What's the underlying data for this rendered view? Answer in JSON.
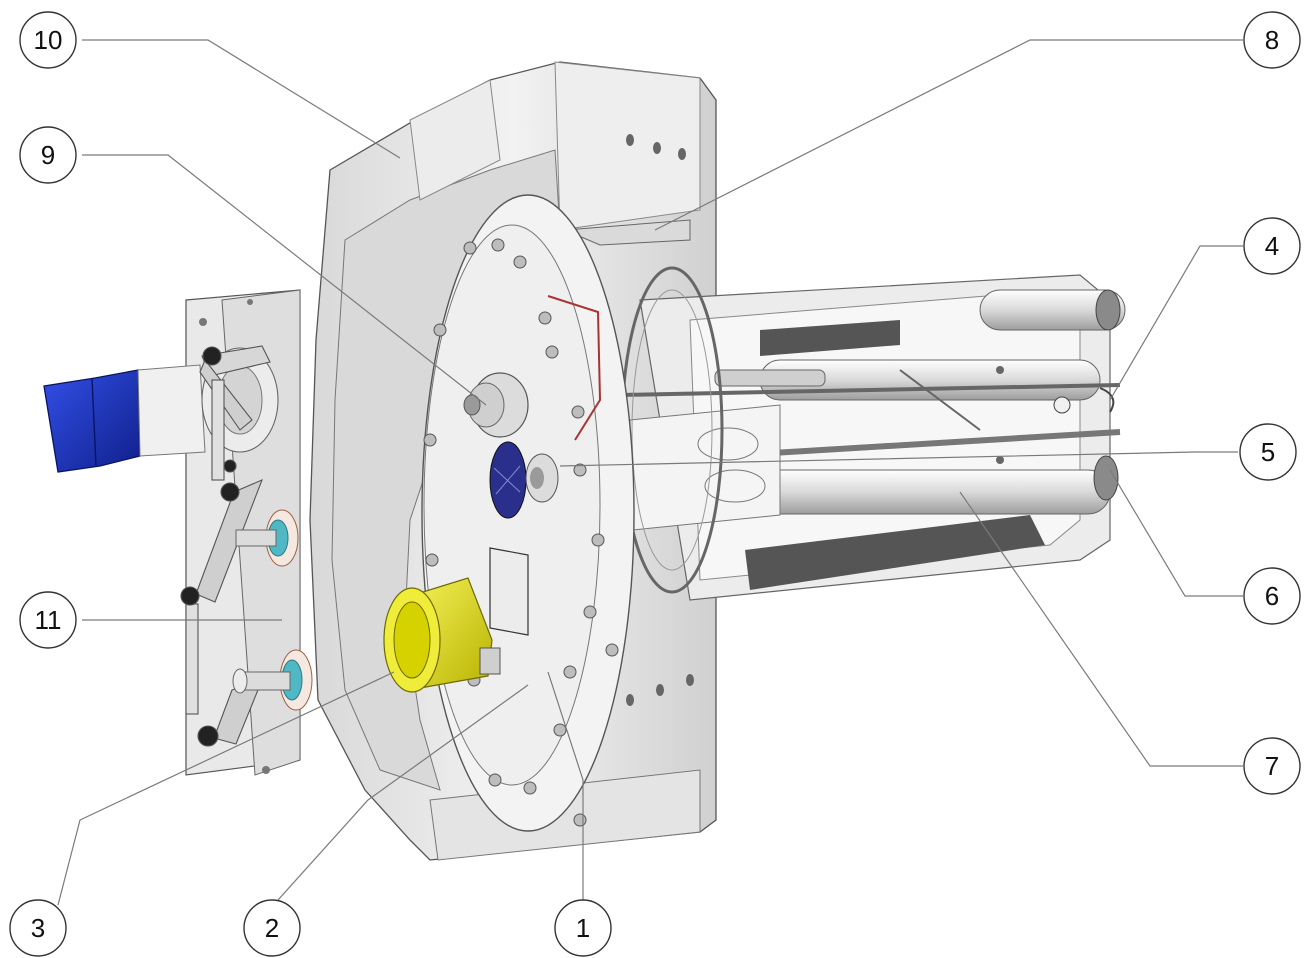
{
  "callouts": [
    {
      "id": "c1",
      "label": "1"
    },
    {
      "id": "c2",
      "label": "2"
    },
    {
      "id": "c3",
      "label": "3"
    },
    {
      "id": "c4",
      "label": "4"
    },
    {
      "id": "c5",
      "label": "5"
    },
    {
      "id": "c6",
      "label": "6"
    },
    {
      "id": "c7",
      "label": "7"
    },
    {
      "id": "c8",
      "label": "8"
    },
    {
      "id": "c9",
      "label": "9"
    },
    {
      "id": "c10",
      "label": "10"
    },
    {
      "id": "c11",
      "label": "11"
    }
  ],
  "colors": {
    "housing": "#e6e6e6",
    "housing_shadow": "#c9c9c9",
    "flange": "#f1f1f1",
    "bolt": "#9a9a9a",
    "yellow_port": "#e8e41a",
    "blue_motor": "#1a35c8",
    "blue_window": "#2a2f8c",
    "teal_fitting": "#4fb8c4",
    "tube": "#dcdcdc"
  }
}
